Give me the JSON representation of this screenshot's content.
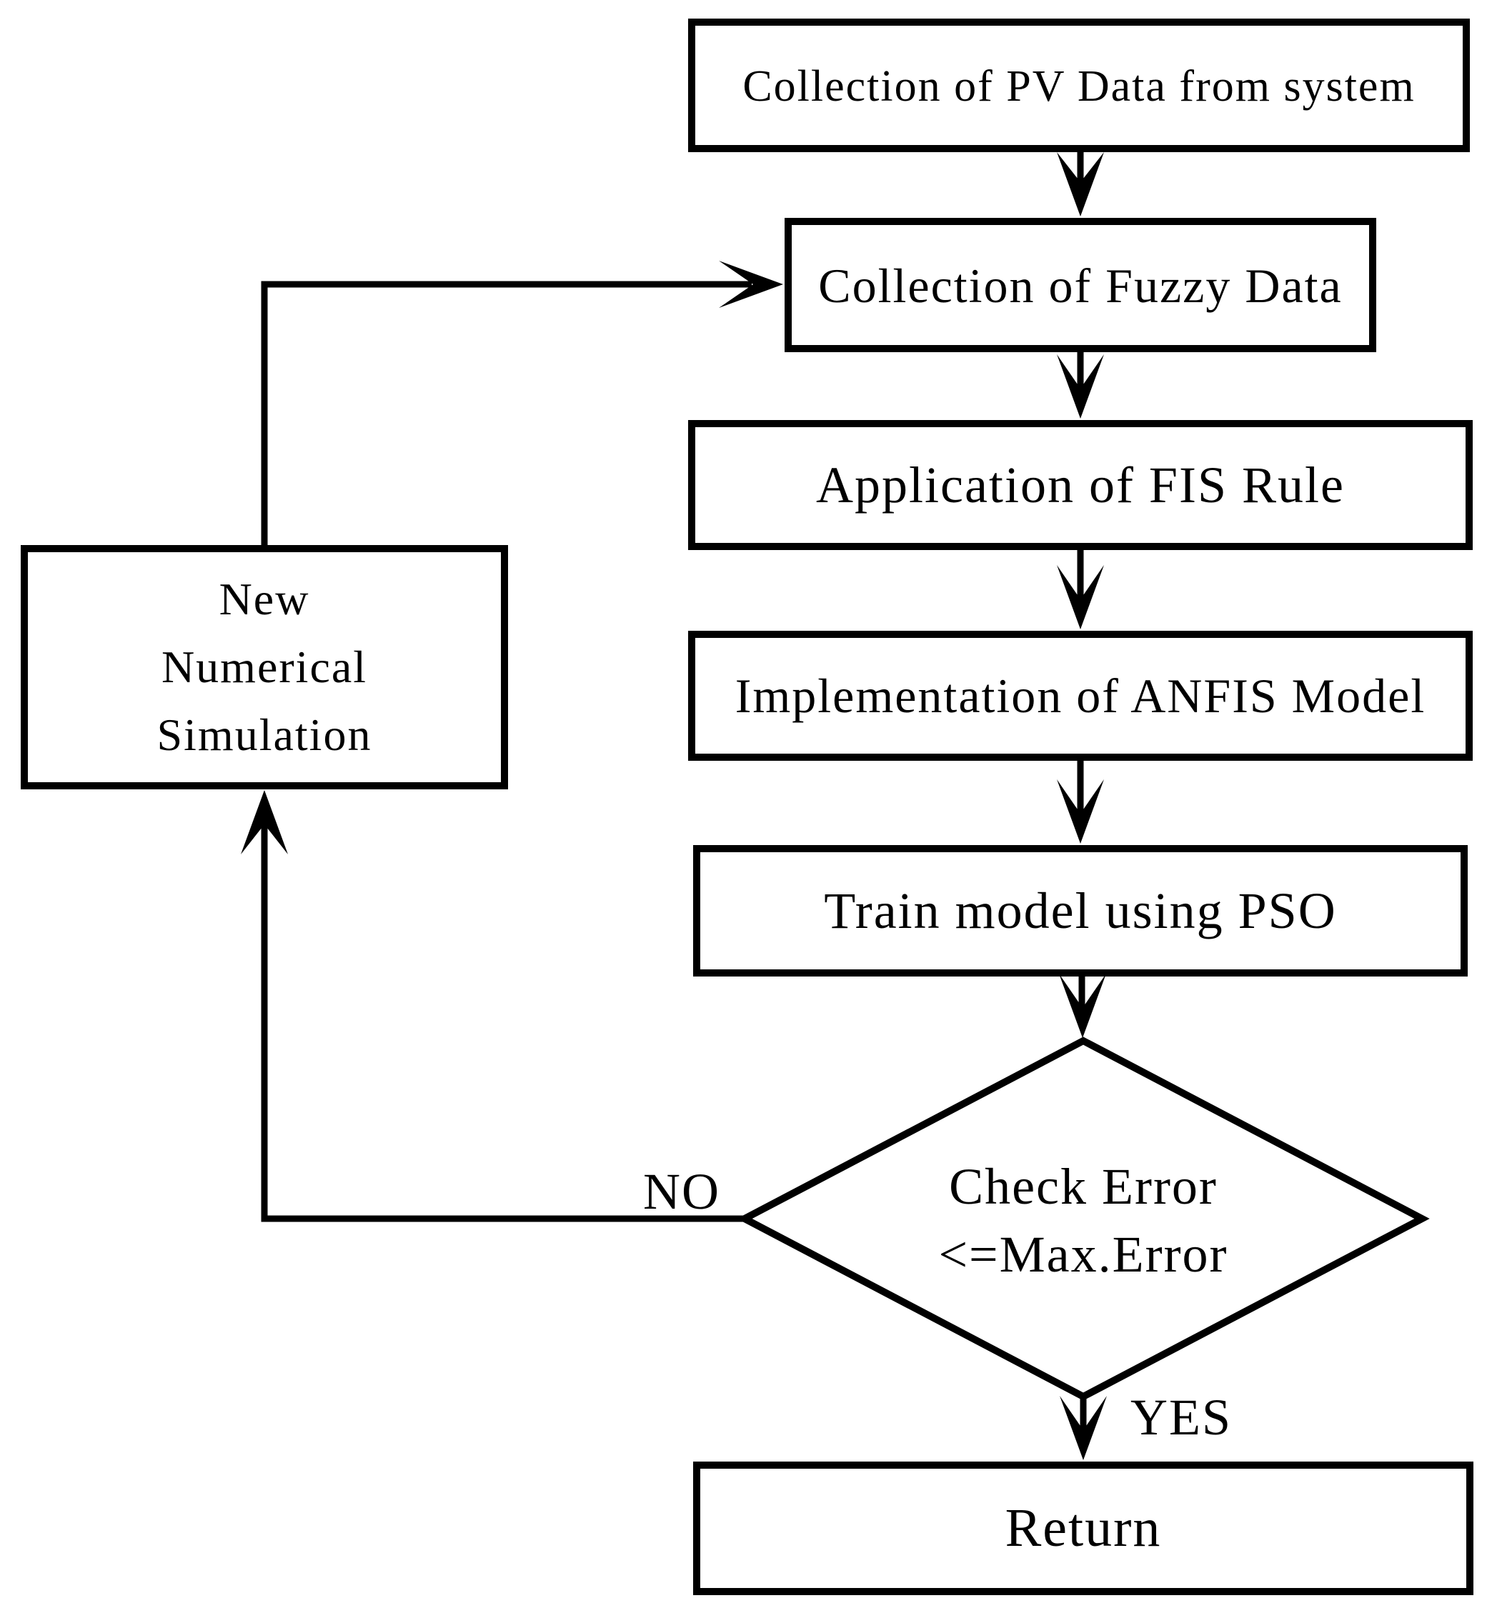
{
  "page": {
    "background": "#ffffff"
  },
  "flowchart": {
    "stroke_color": "#000000",
    "node_fill": "#ffffff",
    "text_color": "#000000",
    "nodes": {
      "collect_pv_data": {
        "type": "process",
        "label": "Collection of PV Data from system"
      },
      "collect_fuzzy_data": {
        "type": "process",
        "label": "Collection of Fuzzy Data"
      },
      "application_fis_rule": {
        "type": "process",
        "label": "Application of FIS Rule"
      },
      "implementation_anfis": {
        "type": "process",
        "label": "Implementation of ANFIS Model"
      },
      "train_model_pso": {
        "type": "process",
        "label": "Train model using PSO"
      },
      "check_error": {
        "type": "decision",
        "lines": [
          "Check Error",
          "<=Max.Error"
        ]
      },
      "new_numerical_simulation": {
        "type": "process",
        "lines": [
          "New",
          "Numerical",
          "Simulation"
        ]
      },
      "return_node": {
        "type": "terminal",
        "label": "Return"
      }
    },
    "edge_labels": {
      "yes": "YES",
      "no": "NO"
    }
  }
}
